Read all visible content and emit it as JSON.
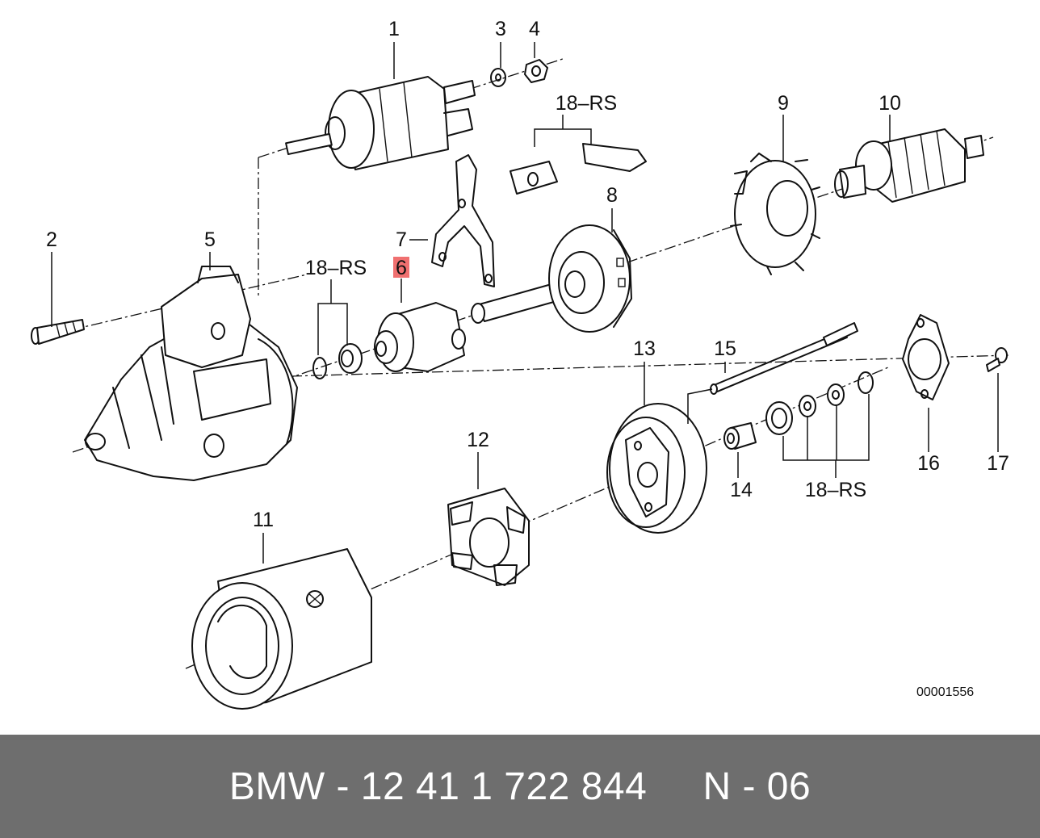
{
  "diagram": {
    "labels": {
      "p1": "1",
      "p2": "2",
      "p3": "3",
      "p4": "4",
      "p5": "5",
      "p6": "6",
      "p7": "7",
      "p8": "8",
      "p9": "9",
      "p10": "10",
      "p11": "11",
      "p12": "12",
      "p13": "13",
      "p14": "14",
      "p15": "15",
      "p16": "16",
      "p17": "17",
      "rs_top": "18–RS",
      "rs_left": "18–RS",
      "rs_right": "18–RS"
    },
    "highlighted_label": "6",
    "highlight_color": "#f07070",
    "doc_number": "00001556"
  },
  "footer": {
    "text": "BMW - 12 41 1 722 844     N - 06",
    "background": "#6e6e6e"
  }
}
